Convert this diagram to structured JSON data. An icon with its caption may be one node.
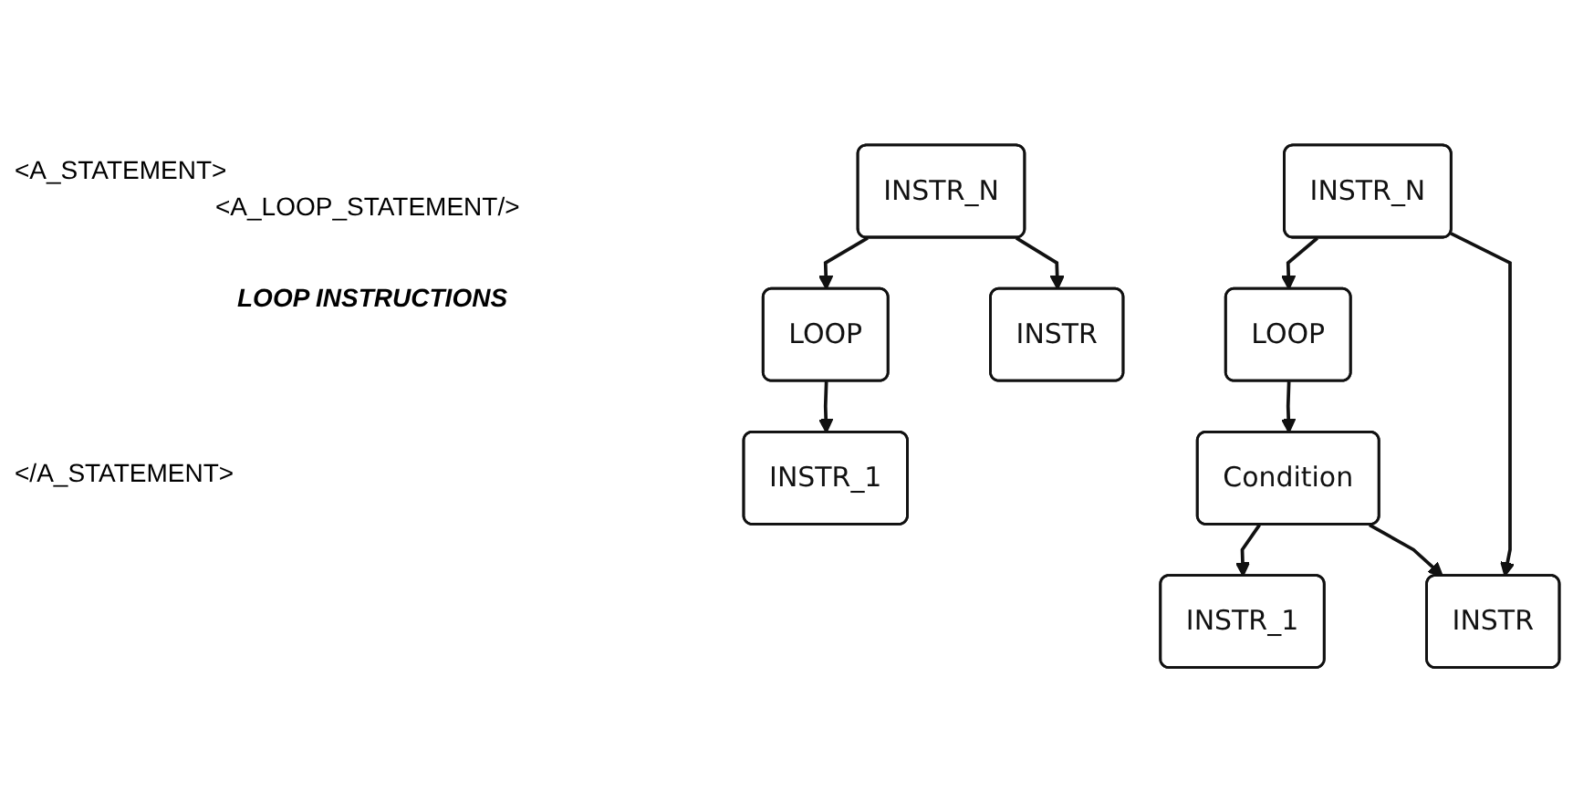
{
  "diagram": {
    "nodes": [
      {
        "text": [
          "LOOP"
        ]
      },
      {
        "text": [
          "INSTR_1"
        ]
      },
      {
        "text": [
          "INSTR_N"
        ]
      },
      {
        "text": [
          "INSTR"
        ]
      },
      {
        "text": [
          "LOOP"
        ]
      },
      {
        "text": [
          "Condition"
        ]
      },
      {
        "text": [
          "INSTR_1"
        ]
      },
      {
        "text": [
          "INSTR_N"
        ]
      },
      {
        "text": [
          "INSTR"
        ]
      }
    ],
    "edges": [
      {
        "from": 0,
        "to": 1,
        "arrow": "to"
      },
      {
        "from": 2,
        "to": 0,
        "arrow": "to"
      },
      {
        "from": 2,
        "to": 3,
        "arrow": "to"
      },
      {
        "from": 4,
        "to": 5,
        "arrow": "to"
      },
      {
        "from": 5,
        "to": 6,
        "arrow": "to"
      },
      {
        "from": 7,
        "to": 4,
        "arrow": "to"
      },
      {
        "from": 7,
        "to": 8,
        "arrow": "to"
      },
      {
        "from": 5,
        "to": 8,
        "arrow": "to"
      }
    ],
    "labels": [
      "<A_STATEMENT>",
      "<A_LOOP_STATEMENT/>",
      "LOOP INSTRUCTIONS",
      "</A_STATEMENT>"
    ]
  }
}
